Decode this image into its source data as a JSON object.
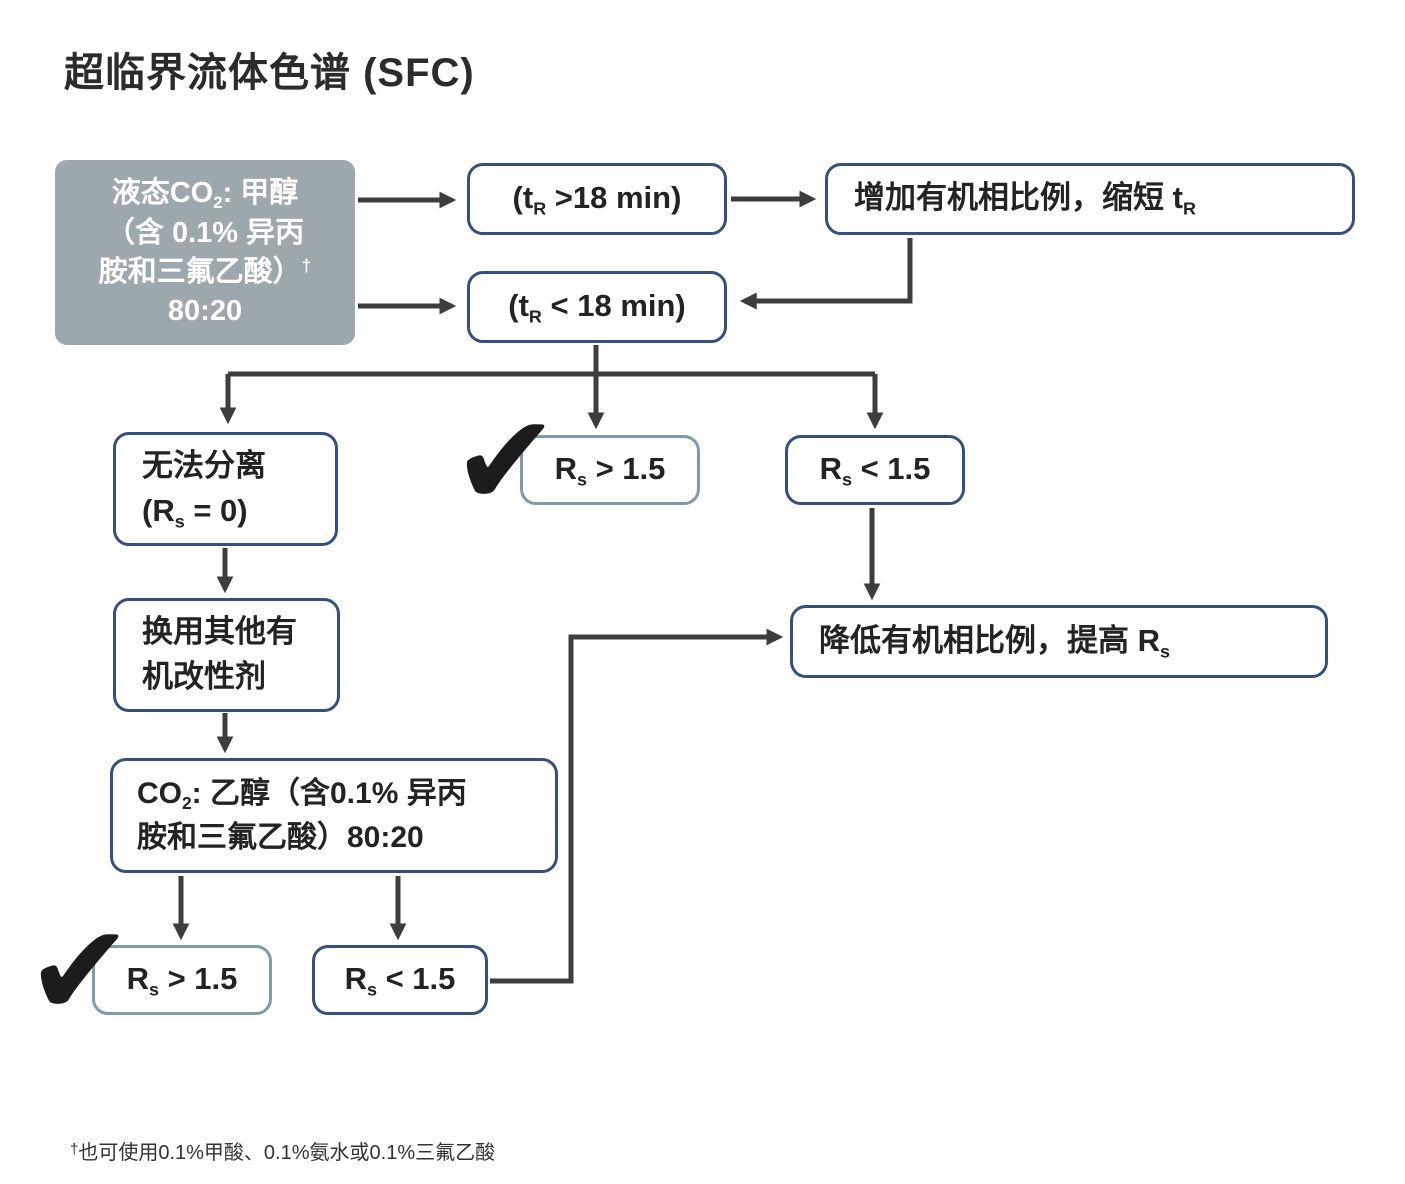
{
  "title": "超临界流体色谱 (SFC)",
  "checkmark": "✔",
  "colors": {
    "border_dark": "#35507C",
    "border_light": "#7E9BAC",
    "gray_box_fill": "#9DA7AE",
    "arrow": "#3D3D3D",
    "text_dark": "#232323",
    "text_white": "#FFFFFF"
  },
  "boxes": {
    "start": {
      "l1a": "液态CO",
      "l1sub": "2",
      "l1b": ": 甲醇",
      "l2": "（含 0.1% 异丙",
      "l3": "胺和三氟乙酸）",
      "l3sup": "†",
      "l4": "80:20"
    },
    "tr_long": {
      "a": "(t",
      "sub": "R",
      "b": " >18 min)"
    },
    "increase_organic": {
      "a": "增加有机相比例，缩短 ",
      "b": "t",
      "sub": "R"
    },
    "tr_short": {
      "a": "(t",
      "sub": "R",
      "b": " < 18 min)"
    },
    "no_separation": {
      "l1": "无法分离",
      "l2a": "(R",
      "l2sub": "s",
      "l2b": " = 0)"
    },
    "rs_pass_mid": {
      "a": "R",
      "sub": "s",
      "b": " > 1.5"
    },
    "rs_fail_mid": {
      "a": "R",
      "sub": "s",
      "b": " < 1.5"
    },
    "change_modifier": {
      "l1": "换用其他有",
      "l2": "机改性剂"
    },
    "co2_ethanol": {
      "l1a": "CO",
      "l1sub": "2",
      "l1b": ": 乙醇（含",
      "l1c": "0.1%",
      "l1d": " 异丙",
      "l2a": "胺和三氟乙酸）",
      "l2b": "80:20"
    },
    "decrease_organic": {
      "a": "降低有机相比例，提高 ",
      "b": "R",
      "sub": "s"
    },
    "rs_pass_bottom": {
      "a": "R",
      "sub": "s",
      "b": " > 1.5"
    },
    "rs_fail_bottom": {
      "a": "R",
      "sub": "s",
      "b": " < 1.5"
    }
  },
  "footnote": {
    "sup": "†",
    "text": "也可使用0.1%甲酸、0.1%氨水或0.1%三氟乙酸"
  }
}
